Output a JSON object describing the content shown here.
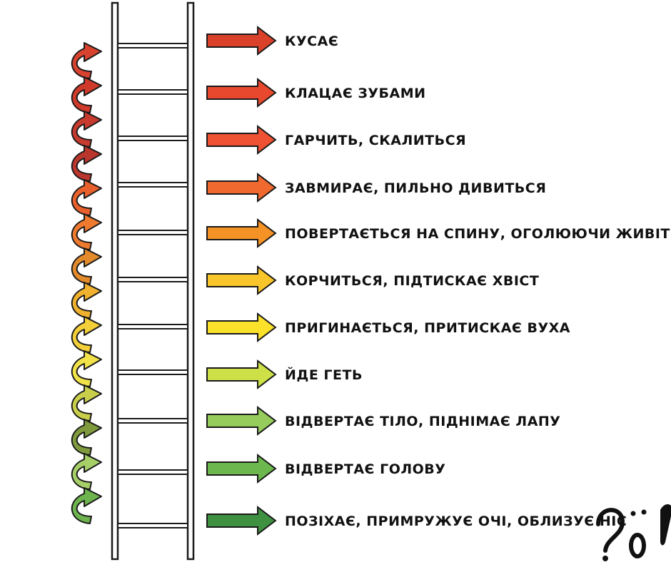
{
  "diagram": {
    "type": "escalation-ladder",
    "steps": [
      {
        "label": "КУСАЄ",
        "color": "#d9412b"
      },
      {
        "label": "КЛАЦАЄ ЗУБАМИ",
        "color": "#e8492e"
      },
      {
        "label": "ГАРЧИТЬ, СКАЛИТЬСЯ",
        "color": "#ee5232"
      },
      {
        "label": "ЗАВМИРАЄ, ПИЛЬНО ДИВИТЬСЯ",
        "color": "#f06a30"
      },
      {
        "label": "ПОВЕРТАЄТЬСЯ НА СПИНУ, ОГОЛЮЮЧИ ЖИВІТ",
        "color": "#f59226"
      },
      {
        "label": " КОРЧИТЬСЯ, ПІДТИСКАЄ ХВІСТ",
        "color": "#f8c52a"
      },
      {
        "label": "ПРИГИНАЄТЬСЯ, ПРИТИСКАЄ ВУХА",
        "color": "#fbe12a"
      },
      {
        "label": "ЙДЕ ГЕТЬ",
        "color": "#cde048"
      },
      {
        "label": "ВІДВЕРТАЄ ТІЛО, ПІДНІМАЄ ЛАПУ",
        "color": "#96cc5c"
      },
      {
        "label": "ВІДВЕРТАЄ ГОЛОВУ",
        "color": "#6cb84e"
      },
      {
        "label": "ПОЗІХАЄ, ПРИМРУЖУЄ ОЧІ, ОБЛИЗУЄ НІС",
        "color": "#3f9142"
      }
    ],
    "curl_colors": [
      "#d8432f",
      "#cf3a2a",
      "#c73a2e",
      "#b9362c",
      "#e8612d",
      "#ee7a2f",
      "#e38a2a",
      "#f0b22e",
      "#f3cf3a",
      "#f1e24a",
      "#c9cf4a",
      "#7e9a3c",
      "#a6cf68",
      "#6db34e",
      "#3f8f44"
    ]
  }
}
